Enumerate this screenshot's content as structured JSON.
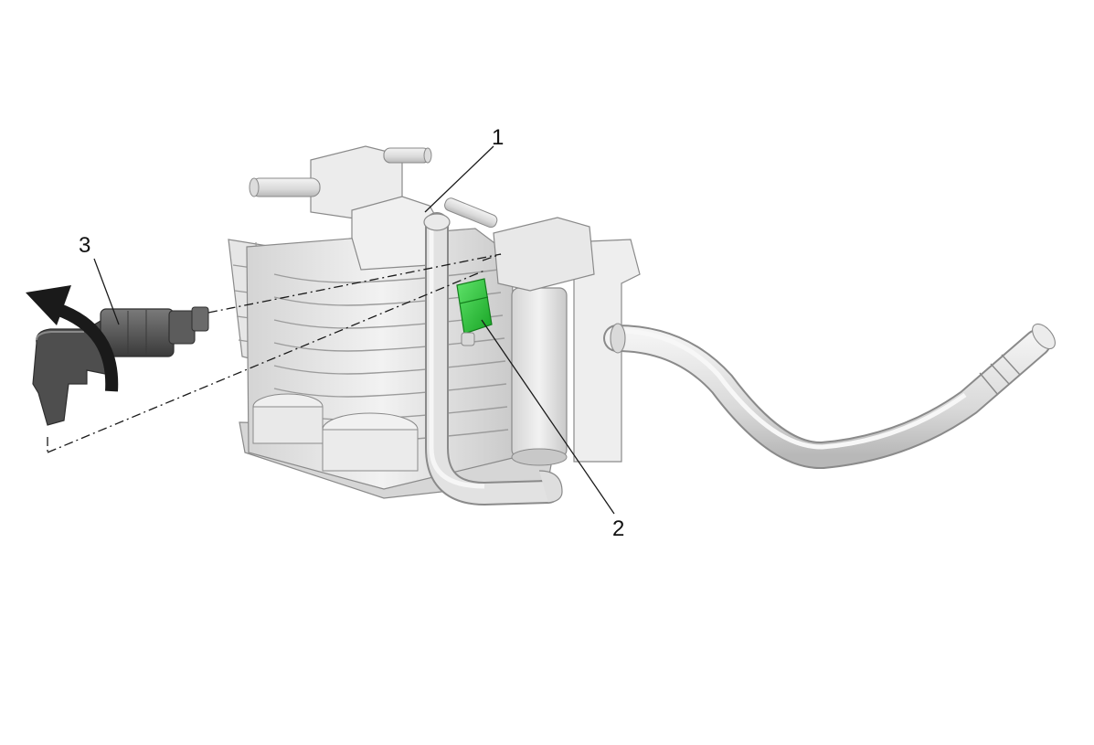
{
  "callouts": [
    {
      "id": "1",
      "label": "1",
      "target": "purge-solenoid-hose-connection"
    },
    {
      "id": "2",
      "label": "2",
      "target": "green-electrical-connector"
    },
    {
      "id": "3",
      "label": "3",
      "target": "vent-solenoid-valve"
    }
  ],
  "icons": {
    "rotation": "curved-rotation-arrow-icon"
  },
  "colors": {
    "part_light": "#e4e4e4",
    "part_mid": "#cfcfcf",
    "part_shadow": "#b5b5b5",
    "outline": "#8a8a8a",
    "connector": "#2ecf3c",
    "connector_dark": "#169a22",
    "valve": "#5b5b5b",
    "valve_dark": "#3e3e3e",
    "arrow": "#1a1a1a"
  }
}
